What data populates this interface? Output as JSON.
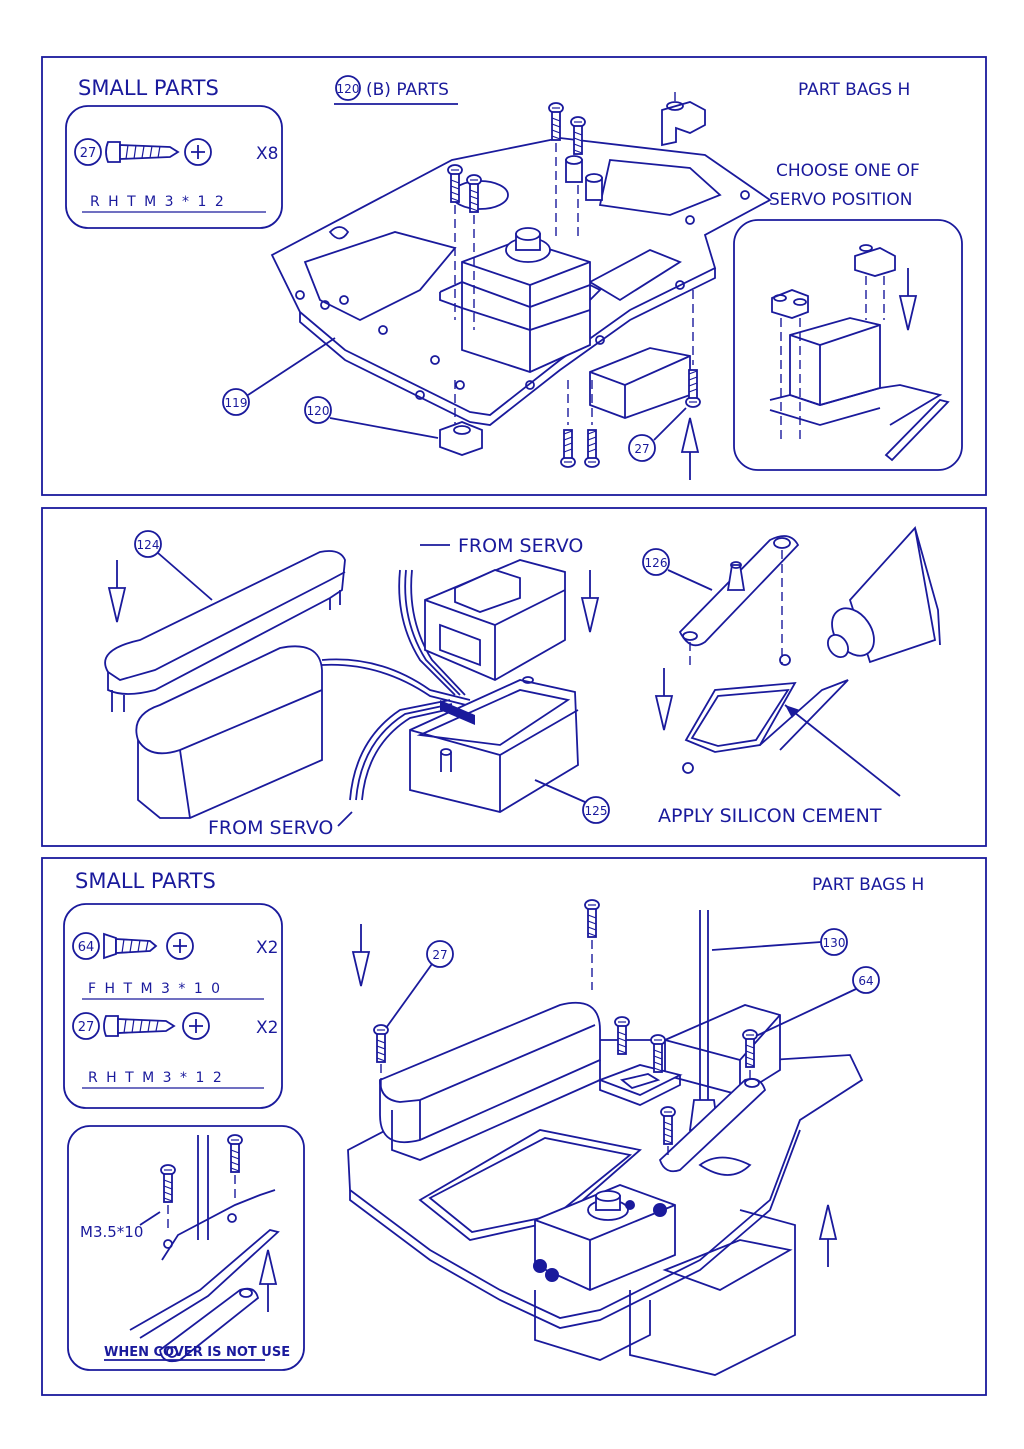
{
  "colors": {
    "ink": "#1a1a9c",
    "paper": "#ffffff"
  },
  "panel1": {
    "small_parts_title": "SMALL PARTS",
    "parts_ref_number": "120",
    "parts_ref_label": "(B) PARTS",
    "bag_label": "PART BAGS H",
    "screw": {
      "callout": "27",
      "qty": "X8",
      "spec": "R H T   M 3 * 1 2"
    },
    "inset_caption_line1": "CHOOSE ONE OF",
    "inset_caption_line2": "SERVO POSITION",
    "callout_119": "119",
    "callout_120": "120",
    "callout_27": "27"
  },
  "panel2": {
    "callout_124": "124",
    "callout_125": "125",
    "callout_126": "126",
    "from_servo_top": "FROM SERVO",
    "from_servo_bottom": "FROM SERVO",
    "apply_cement": "APPLY SILICON CEMENT"
  },
  "panel3": {
    "small_parts_title": "SMALL PARTS",
    "bag_label": "PART BAGS H",
    "screw_a": {
      "callout": "64",
      "qty": "X2",
      "spec": "F H T   M 3 * 1 0"
    },
    "screw_b": {
      "callout": "27",
      "qty": "X2",
      "spec": "R H T   M 3 * 1 2"
    },
    "inset_screw_label": "M3.5*10",
    "inset_caption": "WHEN COVER IS NOT USE",
    "callout_27": "27",
    "callout_130": "130",
    "callout_64": "64"
  }
}
